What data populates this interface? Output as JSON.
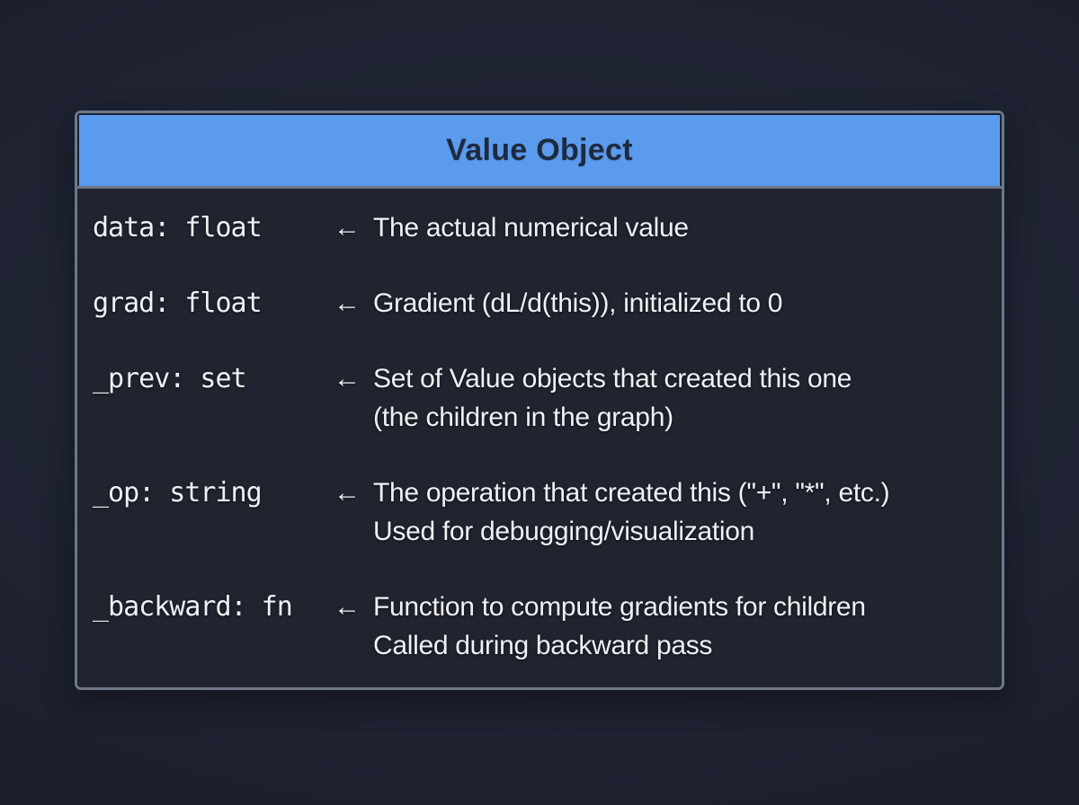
{
  "card": {
    "title": "Value Object",
    "arrow": "←",
    "colors": {
      "header_bg": "#5a9bee",
      "header_text": "#1f2a3c",
      "border": "#6e7889",
      "body_bg": "#20242f",
      "body_text": "#eef1f5"
    },
    "rows": [
      {
        "field": "data: float",
        "desc": "The actual numerical value"
      },
      {
        "field": "grad: float",
        "desc": "Gradient (dL/d(this)), initialized to 0"
      },
      {
        "field": "_prev: set",
        "desc": "Set of Value objects that created this one\n(the children in the graph)"
      },
      {
        "field": "_op: string",
        "desc": "The operation that created this (\"+\", \"*\", etc.)\nUsed for debugging/visualization"
      },
      {
        "field": "_backward: fn",
        "desc": "Function to compute gradients for children\nCalled during backward pass"
      }
    ]
  }
}
